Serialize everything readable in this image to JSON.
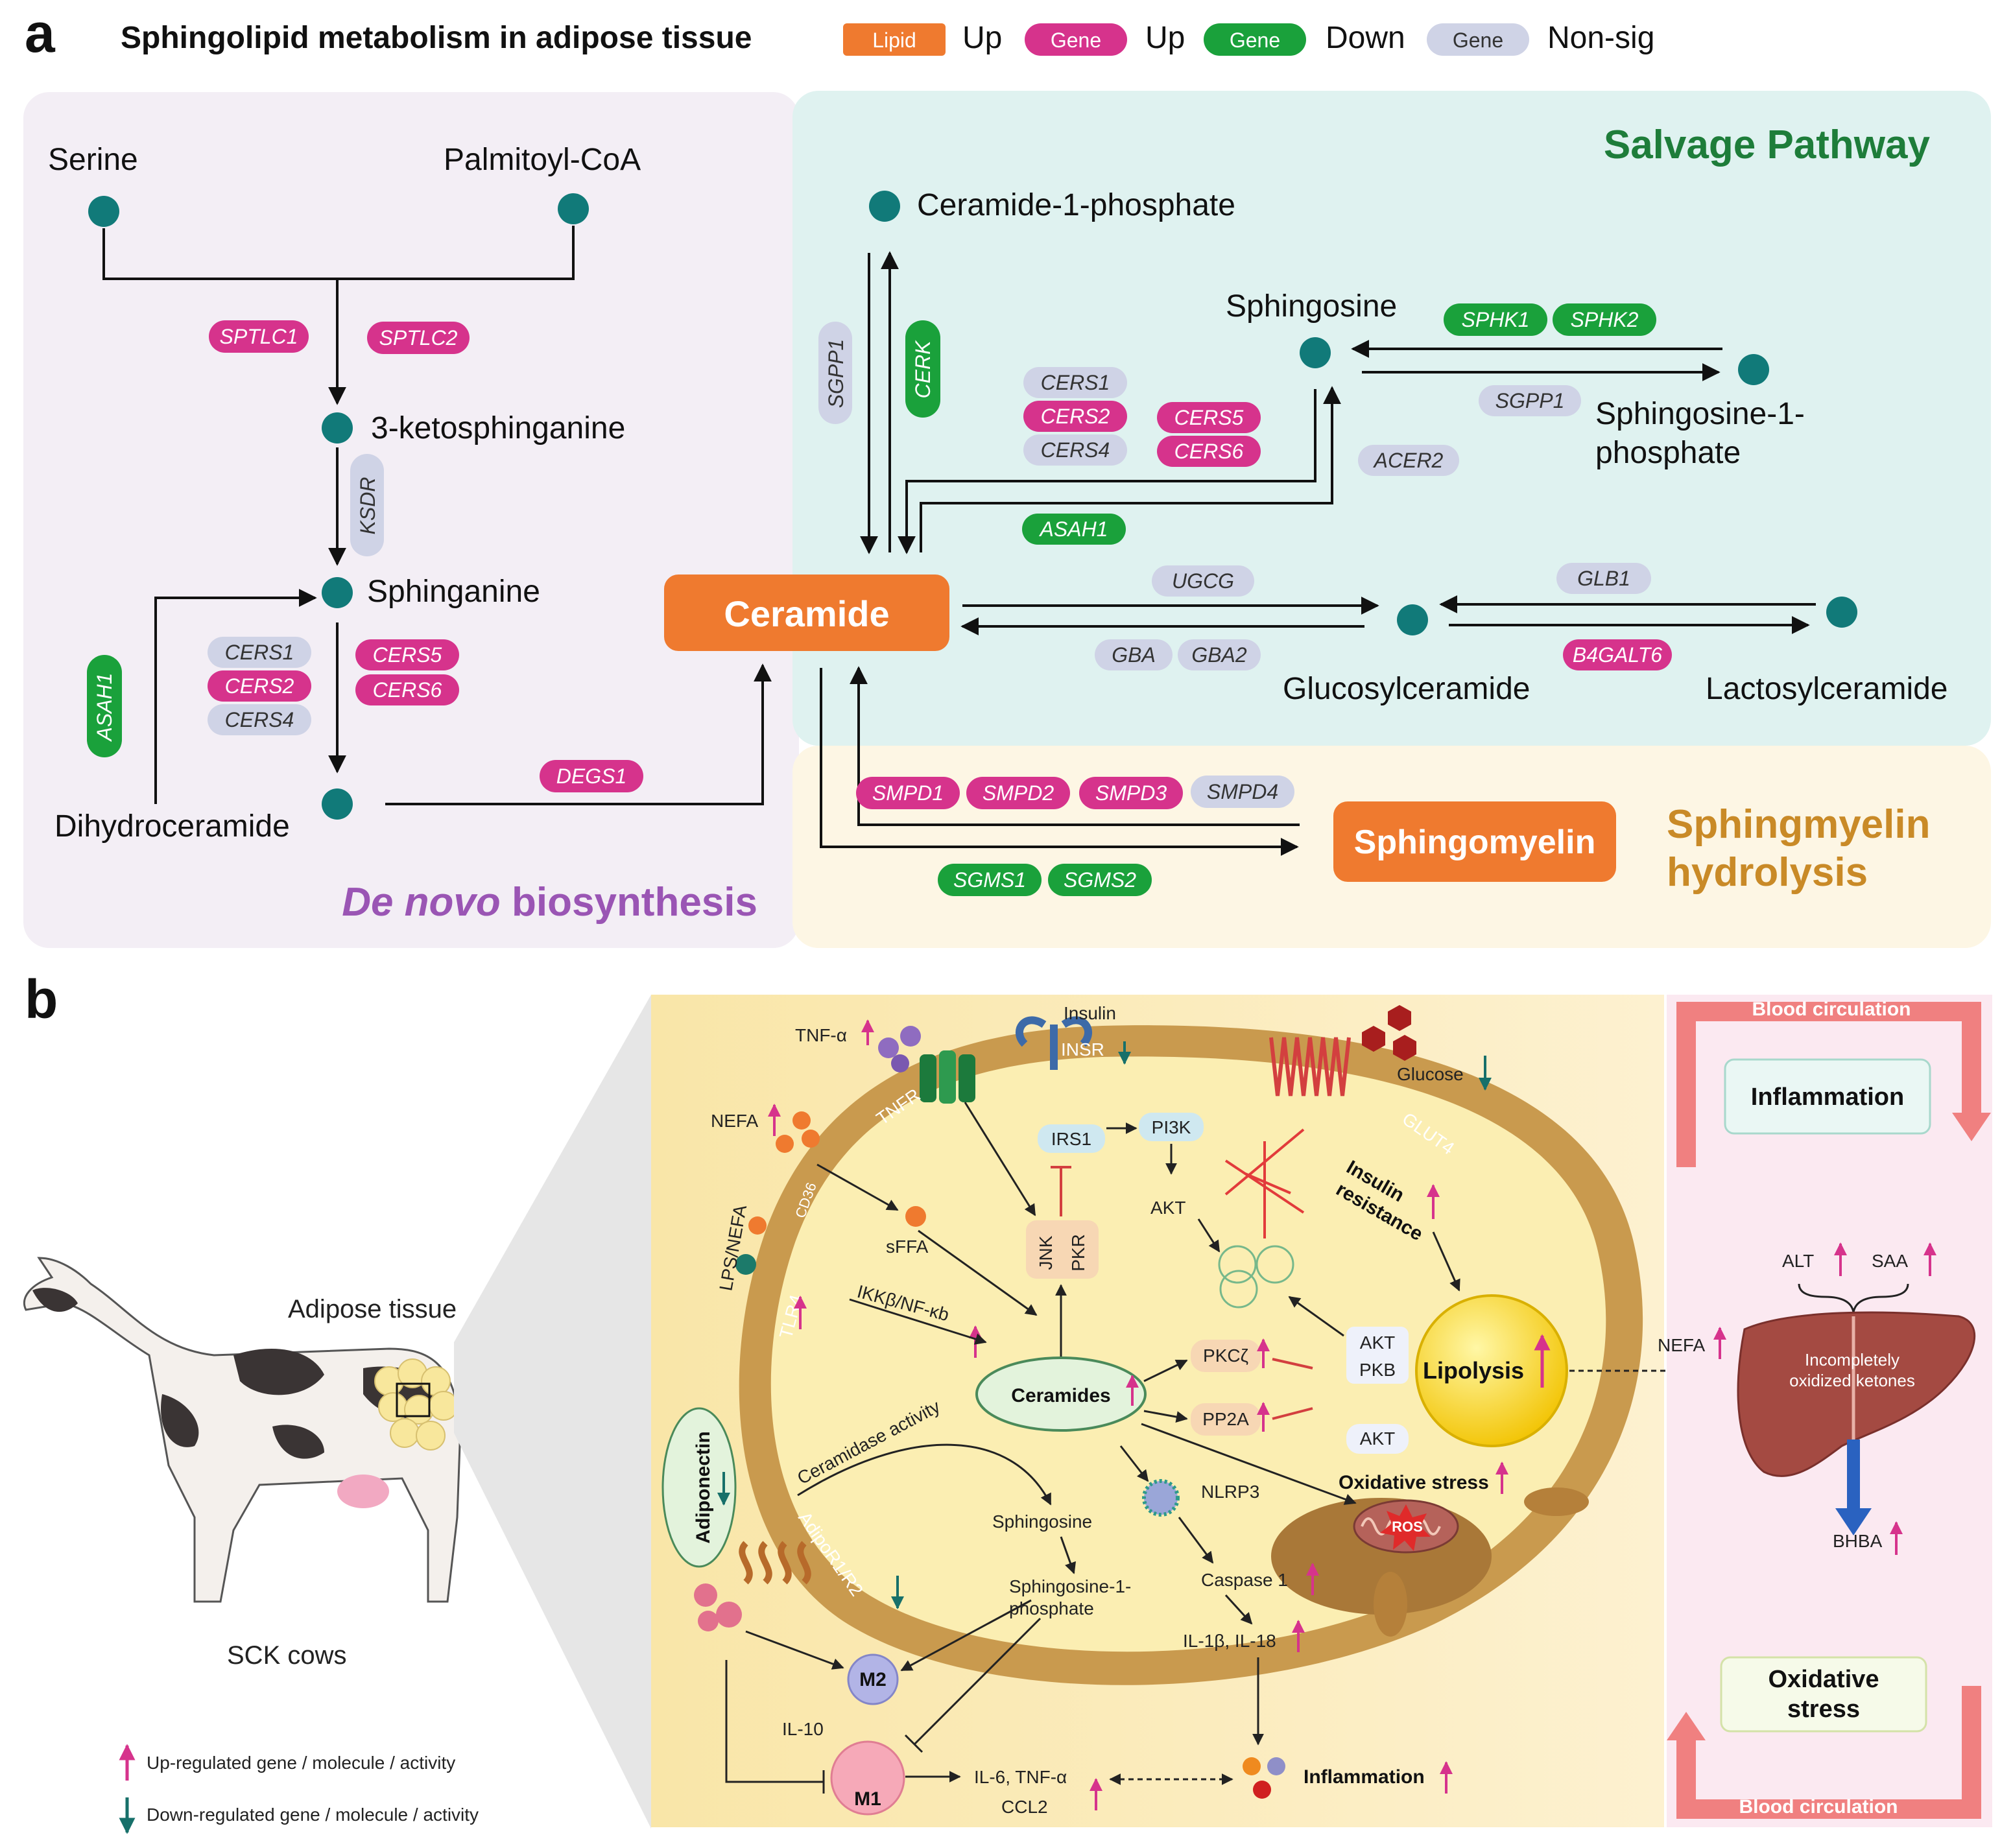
{
  "colors": {
    "lipid_up": "#ef7a2f",
    "gene_up": "#d6338c",
    "gene_down": "#1aa13b",
    "gene_nonsig": "#cfd3e6",
    "node": "#117a79",
    "denovo_bg": "#f3eef5",
    "salvage_bg": "#dff2f0",
    "hydrolysis_bg": "#fdf6e4",
    "denovo_title": "#9a55b4",
    "salvage_title": "#1e7d3a",
    "hydrolysis_title": "#c98a27"
  },
  "panel_a": {
    "letter": "a",
    "title": "Sphingolipid metabolism in adipose tissue",
    "legend": [
      {
        "chip": "Lipid",
        "text": "Up",
        "kind": "lipid_up"
      },
      {
        "chip": "Gene",
        "text": "Up",
        "kind": "gene_up"
      },
      {
        "chip": "Gene",
        "text": "Down",
        "kind": "gene_down"
      },
      {
        "chip": "Gene",
        "text": "Non-sig",
        "kind": "gene_nonsig"
      }
    ],
    "sections": {
      "denovo_italic": "De novo",
      "denovo_rest": " biosynthesis",
      "salvage": "Salvage Pathway",
      "hydrolysis_1": "Sphingmyelin",
      "hydrolysis_2": "hydrolysis"
    },
    "metabolites": {
      "serine": "Serine",
      "palmitoyl": "Palmitoyl-CoA",
      "ketosphinganine": "3-ketosphinganine",
      "sphinganine": "Sphinganine",
      "dihydroceramide": "Dihydroceramide",
      "ceramide": "Ceramide",
      "c1p": "Ceramide-1-phosphate",
      "sphingosine": "Sphingosine",
      "s1p_1": "Sphingosine-1-",
      "s1p_2": "phosphate",
      "glucosylceramide": "Glucosylceramide",
      "lactosylceramide": "Lactosylceramide",
      "sphingomyelin": "Sphingomyelin"
    },
    "genes": {
      "sptlc1": "SPTLC1",
      "sptlc2": "SPTLC2",
      "ksdr": "KSDR",
      "cers1a": "CERS1",
      "cers2a": "CERS2",
      "cers4a": "CERS4",
      "cers5a": "CERS5",
      "cers6a": "CERS6",
      "asah1a": "ASAH1",
      "degs1": "DEGS1",
      "sgpp1a": "SGPP1",
      "cerk": "CERK",
      "cers1b": "CERS1",
      "cers2b": "CERS2",
      "cers4b": "CERS4",
      "cers5b": "CERS5",
      "cers6b": "CERS6",
      "asah1b": "ASAH1",
      "acer2": "ACER2",
      "sphk1": "SPHK1",
      "sphk2": "SPHK2",
      "sgpp1b": "SGPP1",
      "ugcg": "UGCG",
      "gba": "GBA",
      "gba2": "GBA2",
      "glb1": "GLB1",
      "b4galt6": "B4GALT6",
      "smpd1": "SMPD1",
      "smpd2": "SMPD2",
      "smpd3": "SMPD3",
      "smpd4": "SMPD4",
      "sgms1": "SGMS1",
      "sgms2": "SGMS2"
    }
  },
  "panel_b": {
    "letter": "b",
    "adipose_tissue": "Adipose tissue",
    "sck_cows": "SCK cows",
    "legend_up": "Up-regulated gene / molecule / activity",
    "legend_down": "Down-regulated gene / molecule / activity",
    "labels": {
      "insulin": "Insulin",
      "insr": "INSR",
      "tnfa": "TNF-α",
      "tnfr": "TNFR",
      "glucose": "Glucose",
      "glut4": "GLUT4",
      "nefa_in": "NEFA",
      "cd36": "CD36",
      "lps_nefa": "LPS/NEFA",
      "tlr4": "TLR4",
      "sffa": "sFFA",
      "irs1": "IRS1",
      "pi3k": "PI3K",
      "akt1": "AKT",
      "jnk": "JNK",
      "pkr": "PKR",
      "insulin_res_1": "Insulin",
      "insulin_res_2": "resistance",
      "ikkb": "IKKβ/NF-κb",
      "ceramides": "Ceramides",
      "pkcz": "PKCζ",
      "pp2a": "PP2A",
      "akt2": "AKT",
      "pkb": "PKB",
      "akt3": "AKT",
      "lipolysis": "Lipolysis",
      "adiponectin": "Adiponectin",
      "ceramidase": "Ceramidase activity",
      "adipor": "AdipoR1/R2",
      "sphingosine": "Sphingosine",
      "s1p_1": "Sphingosine-1-",
      "s1p_2": "phosphate",
      "nlrp3": "NLRP3",
      "caspase": "Caspase 1",
      "il1b": "IL-1β, IL-18",
      "oxstress_in": "Oxidative stress",
      "ros": "ROS",
      "m2": "M2",
      "il10": "IL-10",
      "m1": "M1",
      "il6_1": "IL-6, TNF-α",
      "il6_2": "CCL2",
      "inflammation_in": "Inflammation",
      "blood_top": "Blood circulation",
      "blood_bottom": "Blood circulation",
      "inflammation_box": "Inflammation",
      "oxstress_box_1": "Oxidative",
      "oxstress_box_2": "stress",
      "nefa_out": "NEFA",
      "alt": "ALT",
      "saa": "SAA",
      "liver_1": "Incompletely",
      "liver_2": "oxidized ketones",
      "bhba": "BHBA"
    },
    "icons": [
      "cow-icon",
      "cell-icon",
      "liver-icon",
      "macrophage-icon",
      "mitochondria-icon",
      "lipid-droplet-icon",
      "receptor-icon"
    ]
  }
}
